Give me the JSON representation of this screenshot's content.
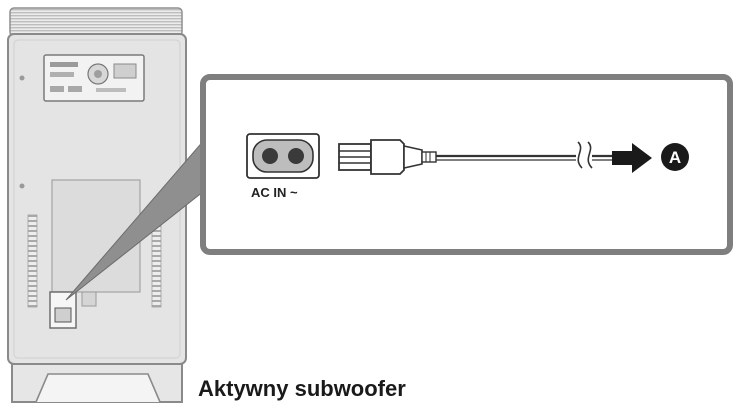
{
  "diagram": {
    "caption": "Aktywny subwoofer",
    "socket_label": "AC IN ~",
    "callout_letter": "A"
  }
}
